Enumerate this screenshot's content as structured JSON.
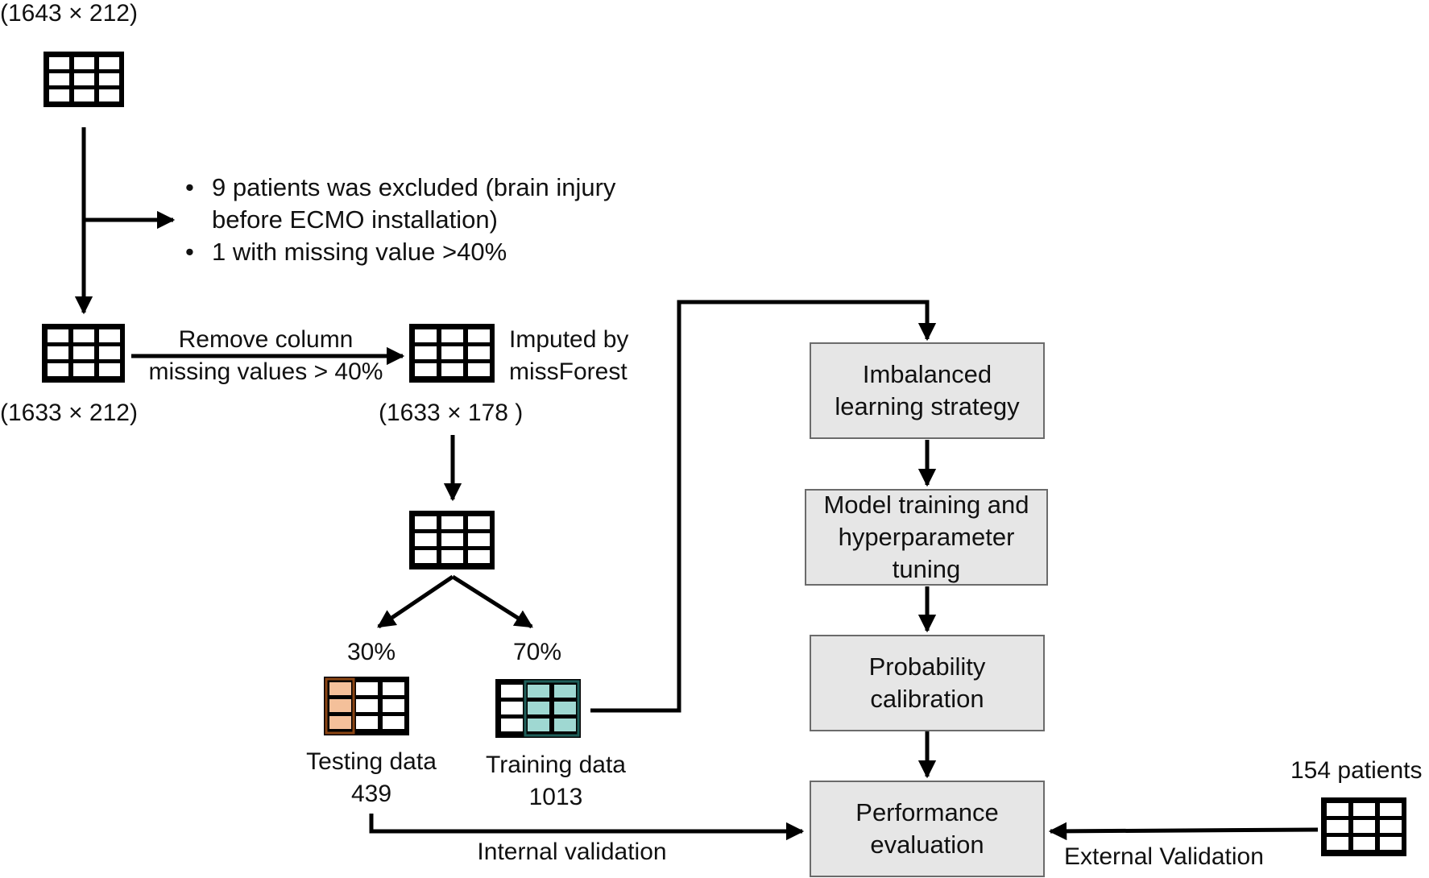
{
  "dims": {
    "raw": "(1643 × 212)",
    "after_exclusion": "(1633 × 212)",
    "after_column_removal": "(1633 × 178 )"
  },
  "exclusion_notes": [
    "9 patients was excluded (brain injury before ECMO installation)",
    "1 with missing value >40%"
  ],
  "remove_column": {
    "line1": "Remove column",
    "line2": "missing values > 40%"
  },
  "imputed": {
    "line1": "Imputed by",
    "line2": "missForest"
  },
  "split": {
    "test_pct": "30%",
    "train_pct": "70%",
    "test_label": "Testing data",
    "test_count": "439",
    "train_label": "Training data",
    "train_count": "1013"
  },
  "pipeline": {
    "step1": "Imbalanced learning strategy",
    "step2": "Model training and hyperparameter tuning",
    "step3": "Probability calibration",
    "step4": "Performance evaluation"
  },
  "validation": {
    "internal": "Internal validation",
    "external": "External  Validation",
    "external_count": "154 patients"
  },
  "colors": {
    "test_highlight": "#f4c09a",
    "test_highlight_border": "#8b4513",
    "train_highlight": "#9fd8d2",
    "train_highlight_border": "#1f5f5a",
    "box_fill": "#e6e6e6",
    "box_border": "#6b6b6b"
  }
}
